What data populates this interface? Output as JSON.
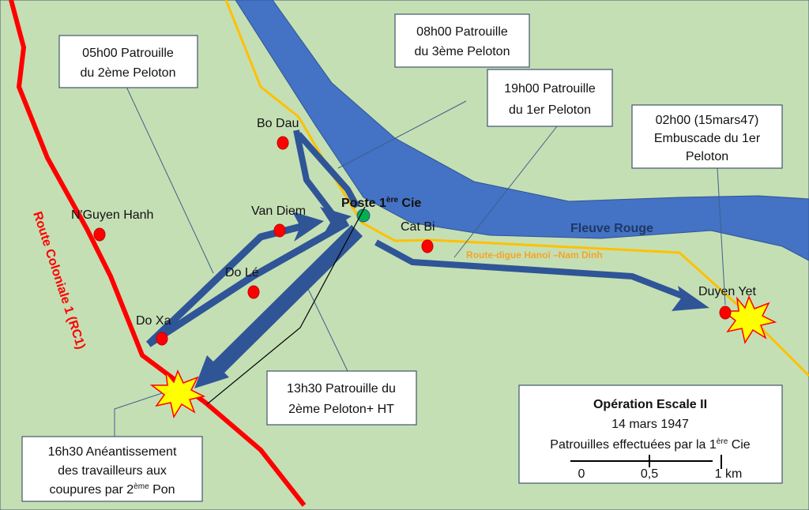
{
  "map": {
    "colors": {
      "land": "#c5dfb4",
      "river": "#4472c4",
      "arrow": "#2f5597",
      "rc1": "#ff0000",
      "digue": "#ffc000",
      "village": "#ff0000",
      "post": "#00b050"
    },
    "river_label": "Fleuve Rouge",
    "road_digue_label": "Route-digue Hanoï –Nam Dinh",
    "rc1_label": "Route Coloniale 1 (RC1)",
    "villages": [
      "Bo Dau",
      "N'Guyen Hanh",
      "Van Diem",
      "Do Lé",
      "Do Xa",
      "Cat Bi",
      "Duyen Yet"
    ],
    "post": {
      "label": "Poste 1",
      "sup": "ère",
      "suffix": " Cie"
    }
  },
  "callouts": {
    "c0500": [
      "05h00 Patrouille",
      "du 2ème Peloton"
    ],
    "c0800": [
      "08h00 Patrouille",
      "du 3ème Peloton"
    ],
    "c1900": [
      "19h00 Patrouille",
      "du 1er Peloton"
    ],
    "c0200": [
      "02h00 (15mars47)",
      "Embuscade du 1er",
      "Peloton"
    ],
    "c1330": [
      "13h30 Patrouille du",
      "2ème Peloton+ HT"
    ],
    "c1630": {
      "l1": "16h30 Anéantissement",
      "l2": "des travailleurs aux",
      "l3": "coupures par 2",
      "l3sup": "ème",
      "l3end": " Pon"
    }
  },
  "legend": {
    "title": "Opération Escale II",
    "date": "14 mars 1947",
    "subtitle": "Patrouilles effectuées par la 1",
    "subtitle_sup": "ère",
    "subtitle_end": " Cie",
    "scale": [
      "0",
      "0,5",
      "1 km"
    ]
  }
}
